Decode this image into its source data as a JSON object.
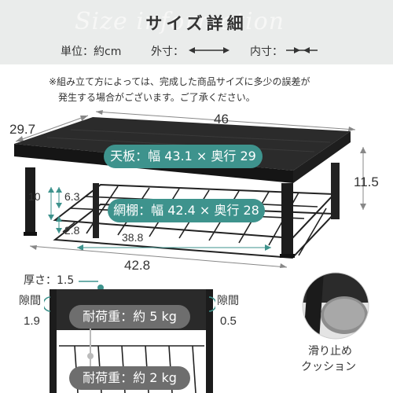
{
  "header": {
    "title": "サイズ詳細",
    "watermark": "Size information",
    "unit_label": "単位：約cm",
    "outer_label": "外寸：",
    "inner_label": "内寸："
  },
  "note": {
    "line1": "※組み立て方によっては、完成した商品サイズに多少の誤差が",
    "line2": "発生する場合がございます。ご了承ください。"
  },
  "dimensions": {
    "depth": "29.7",
    "width": "46",
    "height": "11.5",
    "leg_height": "10",
    "shelf_clearance": "6.3",
    "shelf_thickness": "2.8",
    "shelf_inner_depth": "38.8",
    "leg_span": "42.8"
  },
  "labels": {
    "top_board": "天板：幅 43.1 × 奥行 29",
    "wire_shelf": "網棚：幅 42.4 × 奥行 28"
  },
  "detail": {
    "thickness_label": "厚さ：1.5",
    "gap_left_label": "隙間",
    "gap_left_value": "1.9",
    "gap_right_label": "隙間",
    "gap_right_value": "0.5",
    "load_top": "耐荷重：約 5 kg",
    "load_bottom": "耐荷重：約 2 kg"
  },
  "foot": {
    "label1": "滑り止め",
    "label2": "クッション"
  },
  "colors": {
    "accent": "#3e938d",
    "frame": "#1f1f1f",
    "header_bg": "#eaeceb",
    "pill_gray": "#6e6e6e"
  }
}
